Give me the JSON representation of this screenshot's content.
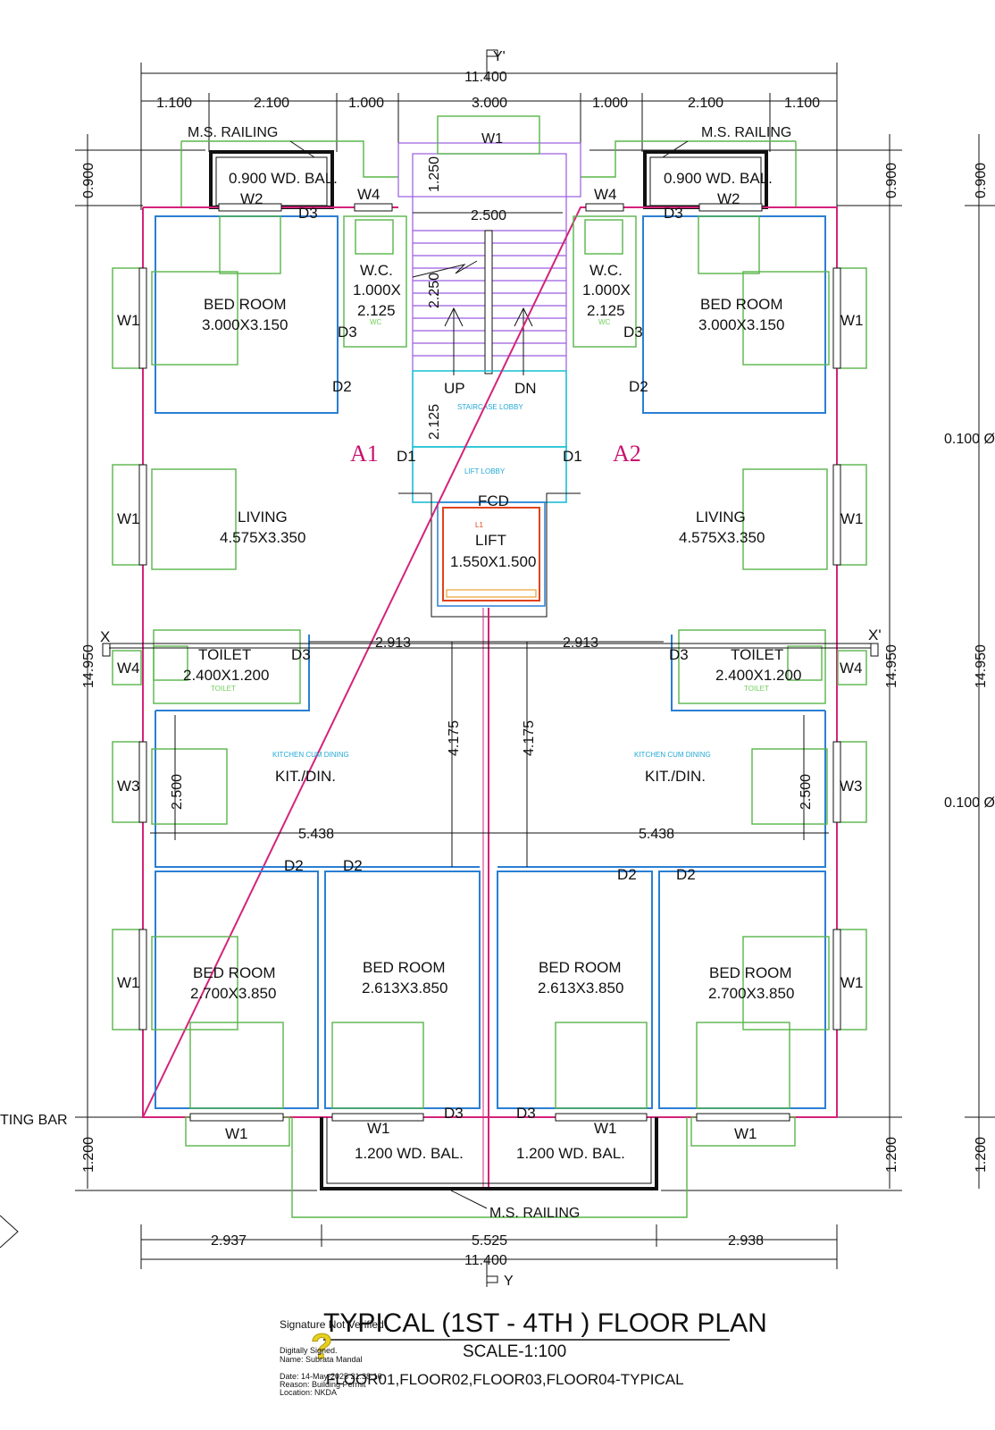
{
  "title": "TYPICAL (1ST - 4TH ) FLOOR PLAN",
  "scale": "SCALE-1:100",
  "floors_line": "FLOOR01,FLOOR02,FLOOR03,FLOOR04-TYPICAL",
  "signature": {
    "line1": "Signature Not Verified",
    "line2": "Digitally Signed.",
    "line3": "Name: Subrata Mandal",
    "line4": "Date: 14-May-2025 21:38:16",
    "line5": "Reason: Building Permit",
    "line6": "Location: NKDA"
  },
  "axes": {
    "y_top": "Y'",
    "y_bottom": "Y",
    "x_left": "X",
    "x_right": "X'"
  },
  "dimensions": {
    "top_total": "11.400",
    "top_segments": [
      "1.100",
      "2.100",
      "1.000",
      "3.000",
      "1.000",
      "2.100",
      "1.100"
    ],
    "bottom_segments": [
      "2.937",
      "5.525",
      "2.938"
    ],
    "bottom_total": "11.400",
    "left_900": "0.900",
    "left_total": "14.950",
    "left_1200": "1.200",
    "right_900": "0.900",
    "right_total": "14.950",
    "right_1200": "1.200",
    "far_900": "0.900",
    "far_14950": "14.950",
    "far_1200": "1.200",
    "far_dia_1": "0.100 Ø",
    "far_dia_2": "0.100 Ø",
    "stair_1250": "1.250",
    "stair_2500": "2.500",
    "stair_2250": "2.250",
    "stair_2125": "2.125",
    "mid_2913_left": "2.913",
    "mid_2913_right": "2.913",
    "v_4175_left": "4.175",
    "v_4175_right": "4.175",
    "kit_2500_left": "2.500",
    "kit_2500_right": "2.500",
    "h_5438_left": "5.438",
    "h_5438_right": "5.438"
  },
  "units": {
    "left": "A1",
    "right": "A2"
  },
  "rooms": {
    "railing_left": "M.S. RAILING",
    "railing_right": "M.S. RAILING",
    "railing_bottom": "M.S. RAILING",
    "bal_top_left": "0.900 WD. BAL.",
    "bal_top_right": "0.900 WD. BAL.",
    "bal_bottom_left": "1.200 WD. BAL.",
    "bal_bottom_right": "1.200 WD. BAL.",
    "bed_tl_name": "BED ROOM",
    "bed_tl_size": "3.000X3.150",
    "bed_tr_name": "BED ROOM",
    "bed_tr_size": "3.000X3.150",
    "wc_l_name": "W.C.",
    "wc_l_size1": "1.000X",
    "wc_l_size2": "2.125",
    "wc_r_name": "W.C.",
    "wc_r_size1": "1.000X",
    "wc_r_size2": "2.125",
    "wc_tag": "WC",
    "living_l_name": "LIVING",
    "living_l_size": "4.575X3.350",
    "living_r_name": "LIVING",
    "living_r_size": "4.575X3.350",
    "lift_tag": "L1",
    "lift_name": "LIFT",
    "lift_size": "1.550X1.500",
    "fcd": "FCD",
    "toilet_l_name": "TOILET",
    "toilet_l_size": "2.400X1.200",
    "toilet_r_name": "TOILET",
    "toilet_r_size": "2.400X1.200",
    "toilet_tag": "TOILET",
    "kit_tag": "KITCHEN CUM DINING",
    "kit_l": "KIT./DIN.",
    "kit_r": "KIT./DIN.",
    "bed_bl1_name": "BED ROOM",
    "bed_bl1_size": "2.700X3.850",
    "bed_bl2_name": "BED ROOM",
    "bed_bl2_size": "2.613X3.850",
    "bed_br2_name": "BED ROOM",
    "bed_br2_size": "2.613X3.850",
    "bed_br1_name": "BED ROOM",
    "bed_br1_size": "2.700X3.850",
    "stair_lobby": "STAIRCASE LOBBY",
    "lift_lobby": "LIFT LOBBY",
    "up": "UP",
    "dn": "DN",
    "edge_left": "TING BAR"
  },
  "openings": {
    "w1": "W1",
    "w2": "W2",
    "w3": "W3",
    "w4": "W4",
    "d1": "D1",
    "d2": "D2",
    "d3": "D3"
  },
  "colors": {
    "outer_wall": "#d4237a",
    "inner_wall": "#2a7fd4",
    "furniture": "#59b54a",
    "lobby": "#23c4d6",
    "stair": "#9a5ce0",
    "unit_label": "#c8106e",
    "lift": "#e0421a"
  }
}
